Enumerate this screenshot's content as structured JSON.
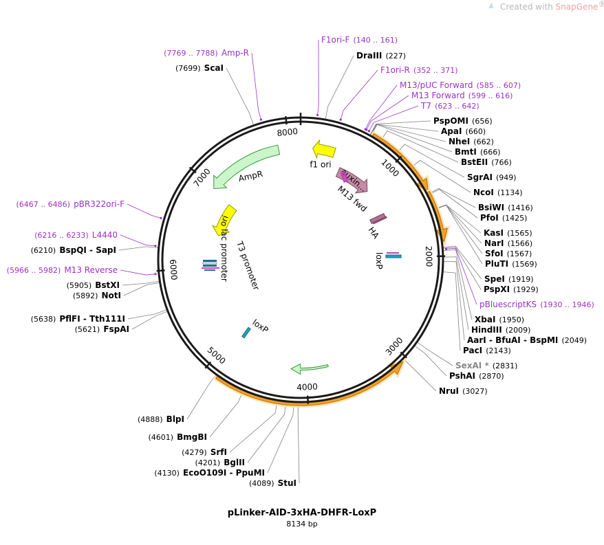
{
  "watermark": {
    "prefix": "Created with ",
    "brand": "SnapGene",
    "reg": "®"
  },
  "plasmid": {
    "name": "pLinker-AID-3xHA-DHFR-LoxP",
    "length_label": "8134 bp",
    "length": 8134
  },
  "ticks": [
    {
      "label": "1000",
      "pos": 1000
    },
    {
      "label": "2000",
      "pos": 2000
    },
    {
      "label": "3000",
      "pos": 3000
    },
    {
      "label": "4000",
      "pos": 4000
    },
    {
      "label": "5000",
      "pos": 5000
    },
    {
      "label": "6000",
      "pos": 6000
    },
    {
      "label": "7000",
      "pos": 7000
    },
    {
      "label": "8000",
      "pos": 8000
    }
  ],
  "features": [
    {
      "label": "AmpR",
      "start": 6990,
      "end": 7880,
      "strand": -1,
      "color": "#ccf5cc",
      "stroke": "#339933",
      "ring": 0.8
    },
    {
      "label": "f1 ori",
      "start": 140,
      "end": 395,
      "strand": -1,
      "color": "#ffff00",
      "stroke": "#999900",
      "ring": 0.8
    },
    {
      "label": "auxin...",
      "start": 520,
      "end": 1000,
      "strand": 1,
      "color": "#c48ca6",
      "stroke": "#7a4a62",
      "ring": 0.68
    },
    {
      "label": "ori",
      "start": 6470,
      "end": 6950,
      "strand": -1,
      "color": "#ffff00",
      "stroke": "#999900",
      "ring": 0.61
    },
    {
      "label": "",
      "start": 680,
      "end": 1400,
      "strand": 1,
      "color": "#f0a030",
      "stroke": "#b27000",
      "ring": 1.03
    },
    {
      "label": "",
      "start": 1400,
      "end": 1870,
      "strand": 1,
      "color": "#f0a030",
      "stroke": "#b27000",
      "ring": 1.03
    },
    {
      "label": "",
      "start": 3050,
      "end": 4870,
      "strand": -1,
      "color": "#f0a030",
      "stroke": "#b27000",
      "ring": 1.03
    },
    {
      "label": "",
      "start": 3740,
      "end": 4180,
      "strand": 1,
      "color": "#ccf5cc",
      "stroke": "#339933",
      "ring": 0.78
    }
  ],
  "inner_labels": [
    {
      "label": "HA"
    },
    {
      "label": "loxP"
    },
    {
      "label": "loxP"
    },
    {
      "label": "lac promoter"
    },
    {
      "label": "T3 promoter"
    },
    {
      "label": "M13 fwd"
    }
  ],
  "sites": [
    {
      "name": "F1ori-F",
      "num": "(140 .. 161)",
      "pos": 150,
      "kind": "primer",
      "side": "right"
    },
    {
      "name": "DraIII",
      "num": "(227)",
      "pos": 227,
      "kind": "enzyme",
      "side": "right"
    },
    {
      "name": "F1ori-R",
      "num": "(352 .. 371)",
      "pos": 360,
      "kind": "primer",
      "side": "right"
    },
    {
      "name": "M13/pUC Forward",
      "num": "(585 .. 607)",
      "pos": 596,
      "kind": "primer",
      "side": "right"
    },
    {
      "name": "M13 Forward",
      "num": "(599 .. 616)",
      "pos": 607,
      "kind": "primer",
      "side": "right"
    },
    {
      "name": "T7",
      "num": "(623 .. 642)",
      "pos": 632,
      "kind": "primer",
      "side": "right"
    },
    {
      "name": "PspOMI",
      "num": "(656)",
      "pos": 656,
      "kind": "enzyme",
      "side": "right"
    },
    {
      "name": "ApaI",
      "num": "(660)",
      "pos": 660,
      "kind": "enzyme",
      "side": "right"
    },
    {
      "name": "NheI",
      "num": "(662)",
      "pos": 662,
      "kind": "enzyme",
      "side": "right"
    },
    {
      "name": "BmtI",
      "num": "(666)",
      "pos": 666,
      "kind": "enzyme",
      "side": "right"
    },
    {
      "name": "BstEII",
      "num": "(766)",
      "pos": 766,
      "kind": "enzyme",
      "side": "right"
    },
    {
      "name": "SgrAI",
      "num": "(949)",
      "pos": 949,
      "kind": "enzyme",
      "side": "right"
    },
    {
      "name": "NcoI",
      "num": "(1134)",
      "pos": 1134,
      "kind": "enzyme",
      "side": "right"
    },
    {
      "name": "BsiWI",
      "num": "(1416)",
      "pos": 1416,
      "kind": "enzyme",
      "side": "right"
    },
    {
      "name": "PfoI",
      "num": "(1425)",
      "pos": 1425,
      "kind": "enzyme",
      "side": "right"
    },
    {
      "name": "KasI",
      "num": "(1565)",
      "pos": 1565,
      "kind": "enzyme",
      "side": "right"
    },
    {
      "name": "NarI",
      "num": "(1566)",
      "pos": 1566,
      "kind": "enzyme",
      "side": "right"
    },
    {
      "name": "SfoI",
      "num": "(1567)",
      "pos": 1567,
      "kind": "enzyme",
      "side": "right"
    },
    {
      "name": "PluTI",
      "num": "(1569)",
      "pos": 1569,
      "kind": "enzyme",
      "side": "right"
    },
    {
      "name": "SpeI",
      "num": "(1919)",
      "pos": 1919,
      "kind": "enzyme",
      "side": "right"
    },
    {
      "name": "PspXI",
      "num": "(1929)",
      "pos": 1929,
      "kind": "enzyme",
      "side": "right"
    },
    {
      "name": "pBluescriptKS",
      "num": "(1930 .. 1946)",
      "pos": 1938,
      "kind": "primer",
      "side": "right"
    },
    {
      "name": "XbaI",
      "num": "(1950)",
      "pos": 1950,
      "kind": "enzyme",
      "side": "right"
    },
    {
      "name": "HindIII",
      "num": "(2009)",
      "pos": 2009,
      "kind": "enzyme",
      "side": "right"
    },
    {
      "name": "AarI - BfuAI - BspMI",
      "num": "(2049)",
      "pos": 2049,
      "kind": "enzyme",
      "side": "right"
    },
    {
      "name": "PacI",
      "num": "(2143)",
      "pos": 2143,
      "kind": "enzyme",
      "side": "right"
    },
    {
      "name": "SexAI *",
      "num": "(2831)",
      "pos": 2831,
      "kind": "grey",
      "side": "right"
    },
    {
      "name": "PshAI",
      "num": "(2870)",
      "pos": 2870,
      "kind": "enzyme",
      "side": "right"
    },
    {
      "name": "NruI",
      "num": "(3027)",
      "pos": 3027,
      "kind": "enzyme",
      "side": "right"
    },
    {
      "name": "StuI",
      "num": "(4089)",
      "pos": 4089,
      "kind": "enzyme",
      "side": "left"
    },
    {
      "name": "EcoO109I - PpuMI",
      "num": "(4130)",
      "pos": 4130,
      "kind": "enzyme",
      "side": "left"
    },
    {
      "name": "BglII",
      "num": "(4201)",
      "pos": 4201,
      "kind": "enzyme",
      "side": "left"
    },
    {
      "name": "SrfI",
      "num": "(4279)",
      "pos": 4279,
      "kind": "enzyme",
      "side": "left"
    },
    {
      "name": "BmgBI",
      "num": "(4601)",
      "pos": 4601,
      "kind": "enzyme",
      "side": "left"
    },
    {
      "name": "BlpI",
      "num": "(4888)",
      "pos": 4888,
      "kind": "enzyme",
      "side": "left"
    },
    {
      "name": "FspAI",
      "num": "(5621)",
      "pos": 5621,
      "kind": "enzyme",
      "side": "left"
    },
    {
      "name": "PflFI - Tth111I",
      "num": "(5638)",
      "pos": 5638,
      "kind": "enzyme",
      "side": "left"
    },
    {
      "name": "NotI",
      "num": "(5892)",
      "pos": 5892,
      "kind": "enzyme",
      "side": "left"
    },
    {
      "name": "BstXI",
      "num": "(5905)",
      "pos": 5905,
      "kind": "enzyme",
      "side": "left"
    },
    {
      "name": "M13 Reverse",
      "num": "(5966 .. 5982)",
      "pos": 5974,
      "kind": "primer",
      "side": "left"
    },
    {
      "name": "BspQI - SapI",
      "num": "(6210)",
      "pos": 6210,
      "kind": "enzyme",
      "side": "left"
    },
    {
      "name": "L4440",
      "num": "(6216 .. 6233)",
      "pos": 6224,
      "kind": "primer",
      "side": "left"
    },
    {
      "name": "pBR322ori-F",
      "num": "(6467 .. 6486)",
      "pos": 6476,
      "kind": "primer",
      "side": "left"
    },
    {
      "name": "ScaI",
      "num": "(7699)",
      "pos": 7699,
      "kind": "enzyme",
      "side": "left"
    },
    {
      "name": "Amp-R",
      "num": "(7769 .. 7788)",
      "pos": 7778,
      "kind": "primer",
      "side": "left"
    }
  ],
  "colors": {
    "backbone": "#1a1a1a",
    "primer": "#9b30c9",
    "leader": "#808080"
  }
}
